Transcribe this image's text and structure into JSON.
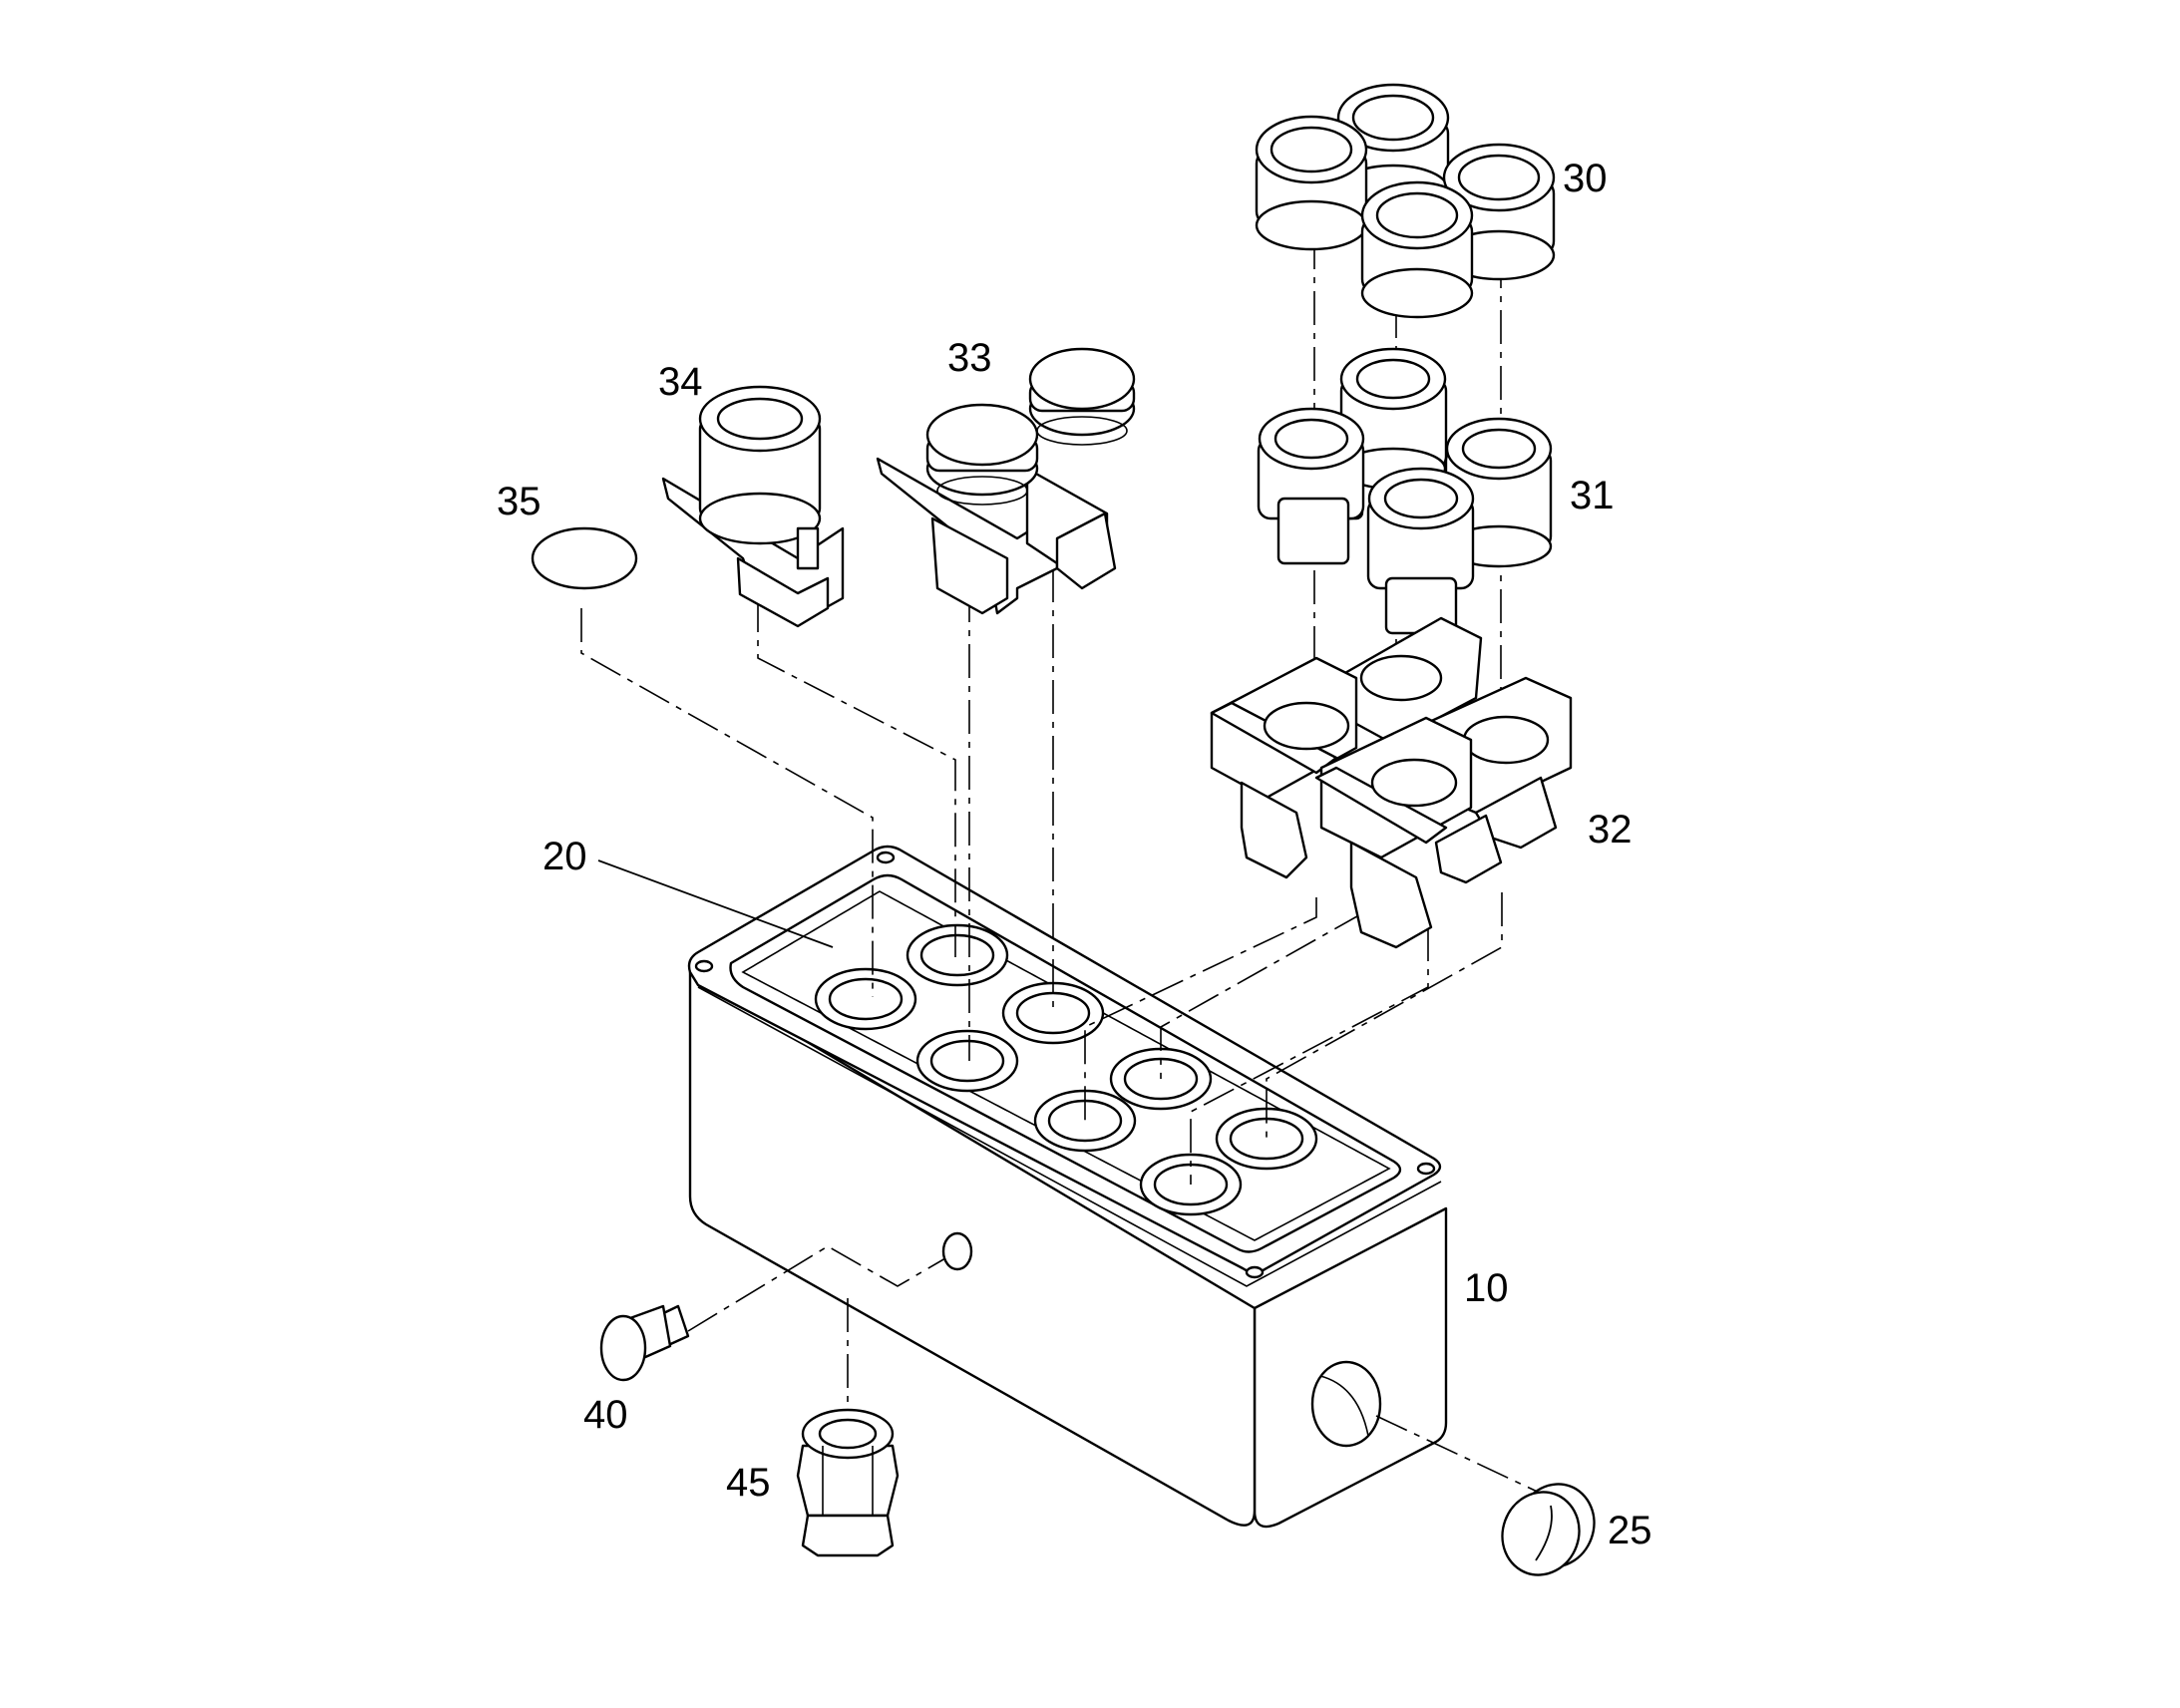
{
  "labels": {
    "enclosure": "10",
    "gasket": "20",
    "plug": "25",
    "selector_actuators": "30",
    "pushbutton_actuators": "31",
    "contact_blocks": "32",
    "mushroom_buttons": "33",
    "illuminated_button": "34",
    "blank_cap": "35",
    "breather_plug": "40",
    "cable_gland": "45"
  }
}
